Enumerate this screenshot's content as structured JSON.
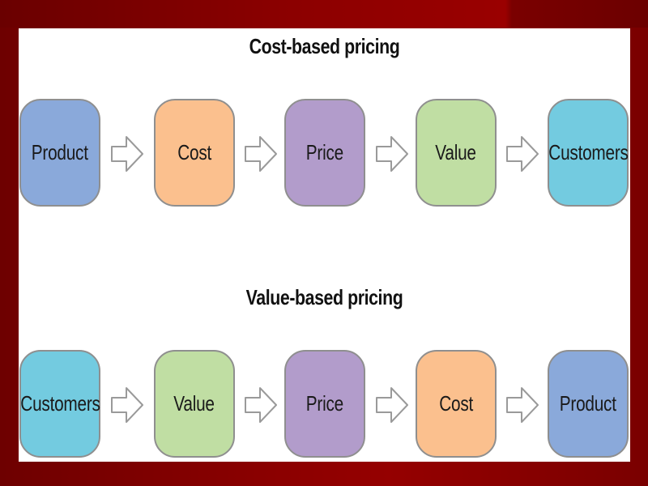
{
  "diagram": {
    "colors": {
      "blue": "#8aa9da",
      "orange": "#fbc08e",
      "purple": "#b29ccb",
      "green": "#c0dea3",
      "cyan": "#73cbe0"
    },
    "flows": [
      {
        "title": "Cost-based pricing",
        "steps": [
          {
            "label": "Product",
            "color": "#8aa9da"
          },
          {
            "label": "Cost",
            "color": "#fbc08e"
          },
          {
            "label": "Price",
            "color": "#b29ccb"
          },
          {
            "label": "Value",
            "color": "#c0dea3"
          },
          {
            "label": "Customers",
            "color": "#73cbe0"
          }
        ]
      },
      {
        "title": "Value-based pricing",
        "steps": [
          {
            "label": "Customers",
            "color": "#73cbe0"
          },
          {
            "label": "Value",
            "color": "#c0dea3"
          },
          {
            "label": "Price",
            "color": "#b29ccb"
          },
          {
            "label": "Cost",
            "color": "#fbc08e"
          },
          {
            "label": "Product",
            "color": "#8aa9da"
          }
        ]
      }
    ]
  }
}
